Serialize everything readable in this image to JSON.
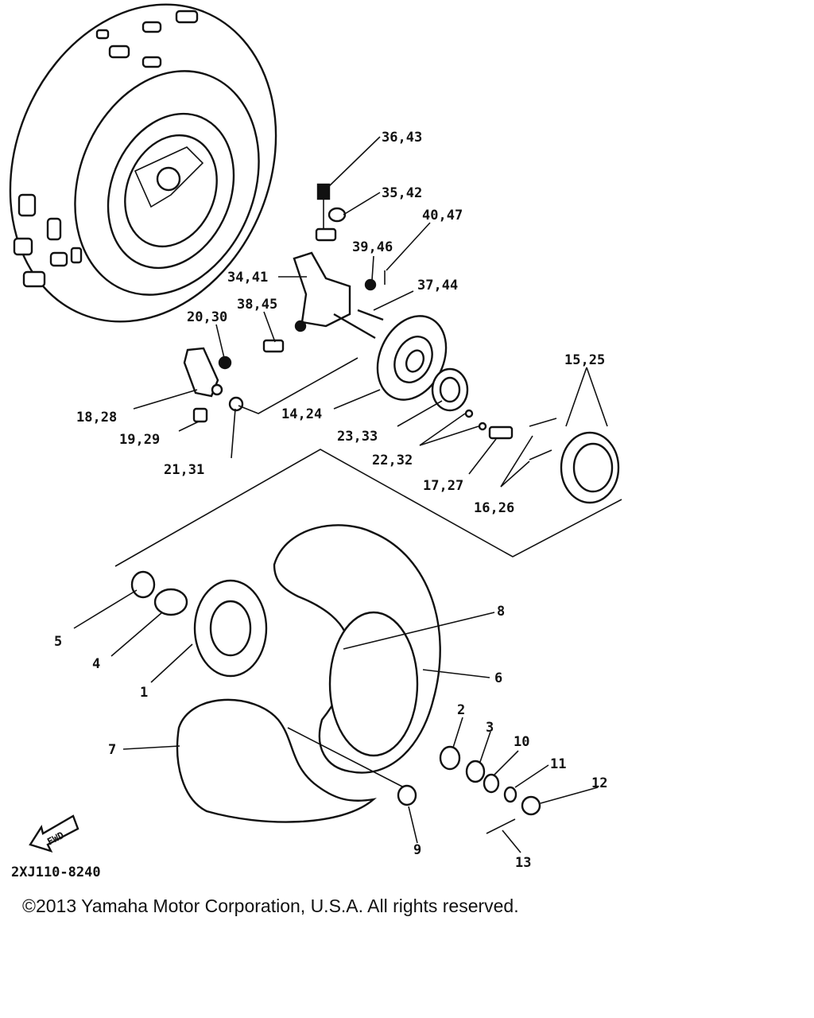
{
  "callouts": {
    "c36_43": "36,43",
    "c35_42": "35,42",
    "c40_47": "40,47",
    "c39_46": "39,46",
    "c34_41": "34,41",
    "c37_44": "37,44",
    "c38_45": "38,45",
    "c20_30": "20,30",
    "c15_25": "15,25",
    "c18_28": "18,28",
    "c14_24": "14,24",
    "c19_29": "19,29",
    "c23_33": "23,33",
    "c22_32": "22,32",
    "c21_31": "21,31",
    "c17_27": "17,27",
    "c16_26": "16,26",
    "c8": "8",
    "c5": "5",
    "c4": "4",
    "c6": "6",
    "c1": "1",
    "c2": "2",
    "c3": "3",
    "c10": "10",
    "c7": "7",
    "c11": "11",
    "c12": "12",
    "c9": "9",
    "c13": "13"
  },
  "fwd_badge": "FWD",
  "drawing_code": "2XJ110-8240",
  "copyright": "©2013 Yamaha Motor Corporation, U.S.A. All rights reserved."
}
